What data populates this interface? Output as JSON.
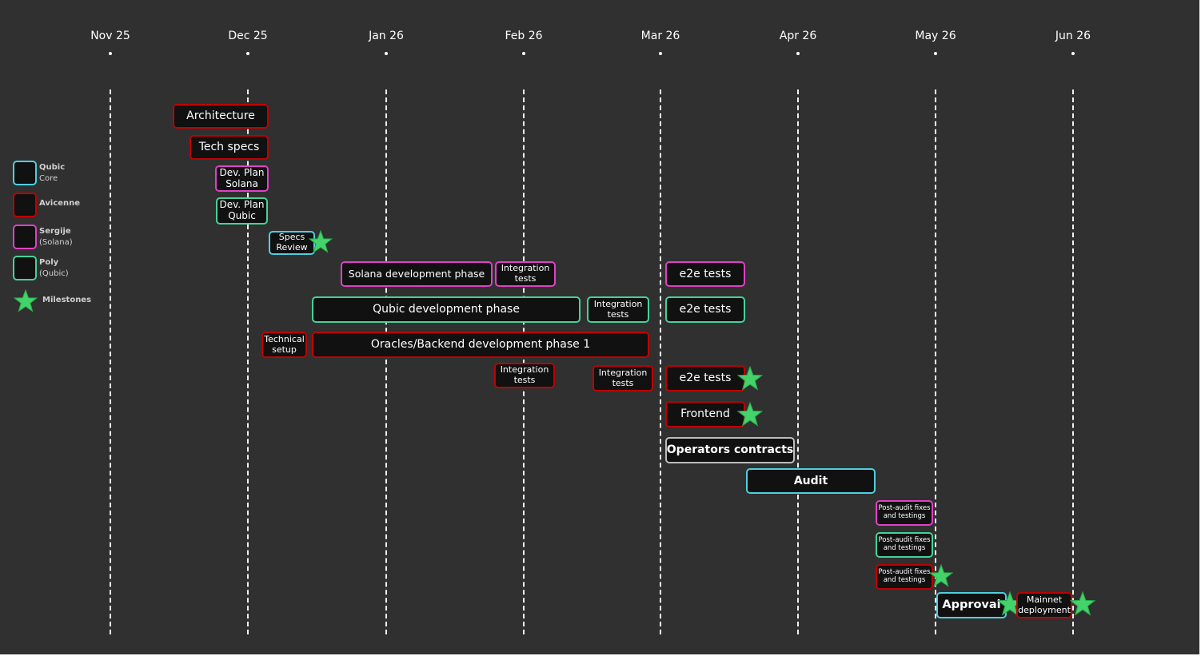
{
  "colors": {
    "background": "#303030",
    "bar_fill": "#111111",
    "qubic_core": "#4dd0e1",
    "avicenne": "#c00000",
    "sergije": "#e040c8",
    "poly": "#44d39a",
    "neutral": "#bdbdbd",
    "milestone": "#44d36a"
  },
  "timeline": {
    "months": [
      "Nov 25",
      "Dec 25",
      "Jan 26",
      "Feb 26",
      "Mar 26",
      "Apr 26",
      "May 26",
      "Jun 26"
    ]
  },
  "legend": {
    "items": [
      {
        "label": "Qubic",
        "sub": "Core",
        "color_key": "qubic_core",
        "icon": "color-swatch"
      },
      {
        "label": "Avicenne",
        "sub": "",
        "color_key": "avicenne",
        "icon": "color-swatch"
      },
      {
        "label": "Sergije",
        "sub": "(Solana)",
        "color_key": "sergije",
        "icon": "color-swatch"
      },
      {
        "label": "Poly",
        "sub": "(Qubic)",
        "color_key": "poly",
        "icon": "color-swatch"
      },
      {
        "label": "Milestones",
        "sub": "",
        "color_key": "milestone",
        "icon": "star-icon"
      }
    ]
  },
  "tasks": [
    {
      "label": "Architecture",
      "owner": "avicenne",
      "milestone": false
    },
    {
      "label": "Tech specs",
      "owner": "avicenne",
      "milestone": false
    },
    {
      "label": "Dev. Plan\nSolana",
      "owner": "sergije",
      "milestone": false
    },
    {
      "label": "Dev. Plan\nQubic",
      "owner": "poly",
      "milestone": false
    },
    {
      "label": "Specs\nReview",
      "owner": "qubic_core",
      "milestone": true
    },
    {
      "label": "Solana development phase",
      "owner": "sergije",
      "milestone": false
    },
    {
      "label": "Integration\ntests",
      "owner": "sergije",
      "milestone": false
    },
    {
      "label": "e2e tests",
      "owner": "sergije",
      "milestone": false
    },
    {
      "label": "Qubic development phase",
      "owner": "poly",
      "milestone": false
    },
    {
      "label": "Integration\ntests",
      "owner": "poly",
      "milestone": false
    },
    {
      "label": "e2e tests",
      "owner": "poly",
      "milestone": false
    },
    {
      "label": "Technical\nsetup",
      "owner": "avicenne",
      "milestone": false
    },
    {
      "label": "Oracles/Backend development phase 1",
      "owner": "avicenne",
      "milestone": false
    },
    {
      "label": "Integration\ntests",
      "owner": "avicenne",
      "milestone": false
    },
    {
      "label": "Integration\ntests",
      "owner": "avicenne",
      "milestone": false
    },
    {
      "label": "e2e tests",
      "owner": "avicenne",
      "milestone": true
    },
    {
      "label": "Frontend",
      "owner": "avicenne",
      "milestone": true
    },
    {
      "label": "Operators contracts",
      "owner": "neutral",
      "milestone": false
    },
    {
      "label": "Audit",
      "owner": "qubic_core",
      "milestone": false
    },
    {
      "label": "Post-audit fixes\nand testings",
      "owner": "sergije",
      "milestone": false
    },
    {
      "label": "Post-audit fixes\nand testings",
      "owner": "poly",
      "milestone": false
    },
    {
      "label": "Post-audit fixes\nand testings",
      "owner": "avicenne",
      "milestone": true
    },
    {
      "label": "Approval",
      "owner": "qubic_core",
      "milestone": true
    },
    {
      "label": "Mainnet\ndeployment",
      "owner": "avicenne",
      "milestone": true
    }
  ]
}
